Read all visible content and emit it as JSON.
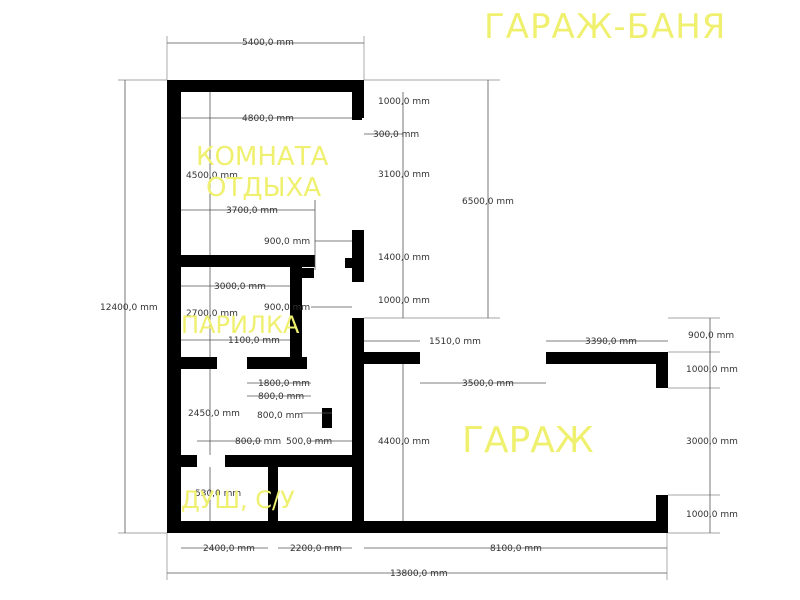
{
  "title": "ГАРАЖ-БАНЯ",
  "rooms": {
    "komnata_line1": "КОМНАТА",
    "komnata_line2": "ОТДЫХА",
    "parilka": "ПАРИЛКА",
    "dush": "ДУШ, С/У",
    "garazh": "ГАРАЖ"
  },
  "dimensions": {
    "top_width": "5400,0 mm",
    "inner_top": "4800,0 mm",
    "d1000_a": "1000,0 mm",
    "d300": "300,0 mm",
    "d3100": "3100,0 mm",
    "d6500": "6500,0 mm",
    "d4500": "4500,0 mm",
    "d3700": "3700,0 mm",
    "d900_a": "900,0 mm",
    "d1400": "1400,0 mm",
    "d12400": "12400,0 mm",
    "d3000_a": "3000,0 mm",
    "d900_b": "900,0 mm",
    "d1000_b": "1000,0 mm",
    "d2700": "2700,0 mm",
    "d1100": "1100,0 mm",
    "d1510": "1510,0 mm",
    "d3390": "3390,0 mm",
    "d900_c": "900,0 mm",
    "d1000_c": "1000,0 mm",
    "d1800": "1800,0 mm",
    "d800_a": "800,0 mm",
    "d3500": "3500,0 mm",
    "d2450": "2450,0 mm",
    "d800_b": "800,0 mm",
    "d4400": "4400,0 mm",
    "d3000_b": "3000,0 mm",
    "d800_c": "800,0 mm",
    "d500": "500,0 mm",
    "d530": "530,0 mm",
    "d1000_d": "1000,0 mm",
    "d2400": "2400,0 mm",
    "d2200": "2200,0 mm",
    "d8100": "8100,0 mm",
    "d13800": "13800,0 mm"
  },
  "colors": {
    "walls": "#000000",
    "labels": "#f0f070",
    "dims": "#333333"
  }
}
